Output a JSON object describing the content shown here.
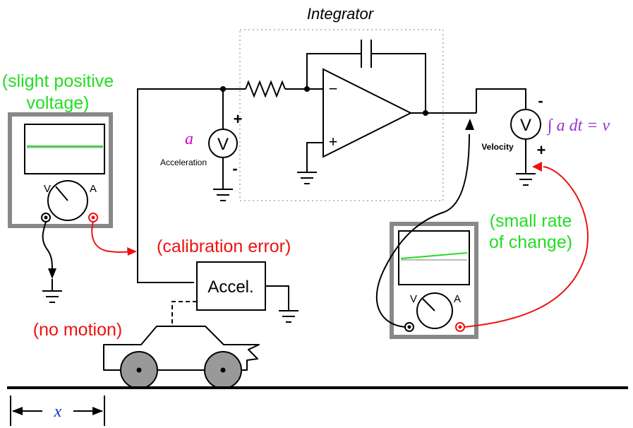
{
  "integrator": {
    "title": "Integrator"
  },
  "meter_left": {
    "note_line1": "(slight positive",
    "note_line2": "voltage)",
    "v_label": "V",
    "a_label": "A"
  },
  "meter_right": {
    "note_line1": "(small rate",
    "note_line2": "of change)",
    "v_label": "V",
    "a_label": "A"
  },
  "accel_voltmeter": {
    "symbol": "V",
    "variable": "a",
    "caption": "Acceleration",
    "plus": "+",
    "minus": "-"
  },
  "velocity_voltmeter": {
    "symbol": "V",
    "caption": "Velocity",
    "formula": "∫ a dt = v",
    "plus": "+",
    "minus": "-"
  },
  "opamp": {
    "minus": "−",
    "plus": "+"
  },
  "accelerometer": {
    "label": "Accel."
  },
  "notes": {
    "calibration": "(calibration error)",
    "no_motion": "(no motion)"
  },
  "displacement": {
    "variable": "x"
  },
  "colors": {
    "green_note": "#22dd22",
    "red_note": "#ee1111",
    "magenta": "#dd00cc",
    "purple": "#9933cc",
    "blue": "#1133cc",
    "meter_frame": "#888888",
    "wheel": "#999999"
  }
}
